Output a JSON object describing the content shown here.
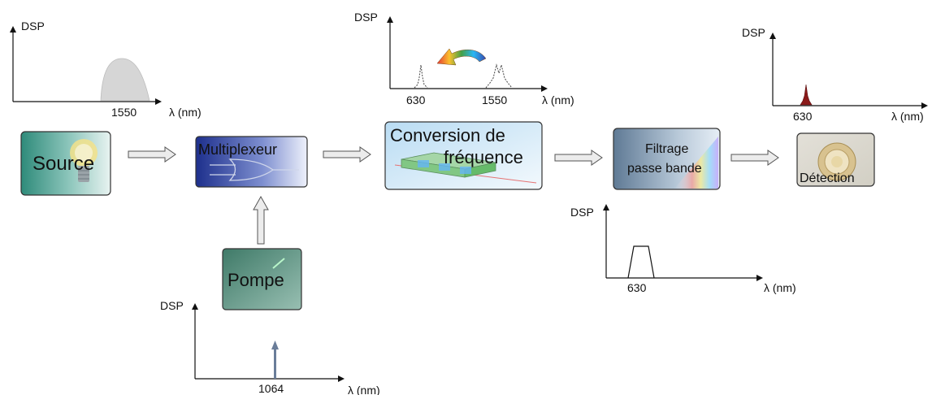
{
  "plots": {
    "source": {
      "ylabel": "DSP",
      "xlabel": "λ (nm)",
      "tick": "1550"
    },
    "conversion": {
      "ylabel": "DSP",
      "xlabel": "λ (nm)",
      "tick_a": "630",
      "tick_b": "1550"
    },
    "detection": {
      "ylabel": "DSP",
      "xlabel": "λ (nm)",
      "tick": "630"
    },
    "filtre": {
      "ylabel": "DSP",
      "xlabel": "λ (nm)",
      "tick": "630"
    },
    "pompe": {
      "ylabel": "DSP",
      "xlabel": "λ (nm)",
      "tick": "1064"
    }
  },
  "blocks": {
    "source": "Source",
    "multiplexeur": "Multiplexeur",
    "conversion_line1": "Conversion de",
    "conversion_line2": "fréquence",
    "filtrage_line1": "Filtrage",
    "filtrage_line2": "passe bande",
    "detection": "Détection",
    "pompe": "Pompe"
  },
  "colors": {
    "source_peak": "#d6d6d6",
    "detection_peak": "#8b1a1a",
    "pump_line": "#6a7d99",
    "arrow_fill": "#ececec"
  }
}
